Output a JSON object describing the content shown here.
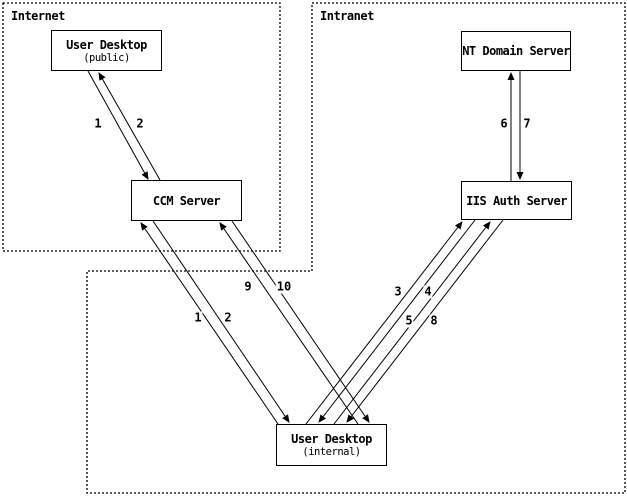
{
  "diagram": {
    "colors": {
      "ink": "#000000",
      "background": "#ffffff"
    },
    "regions": [
      {
        "name": "internet",
        "label": "Internet"
      },
      {
        "name": "intranet",
        "label": "Intranet"
      }
    ],
    "nodes": [
      {
        "name": "user-desktop-public",
        "title": "User Desktop",
        "subtitle": "(public)"
      },
      {
        "name": "ccm-server",
        "title": "CCM Server"
      },
      {
        "name": "nt-domain-server",
        "title": "NT Domain Server"
      },
      {
        "name": "iis-auth-server",
        "title": "IIS Auth Server"
      },
      {
        "name": "user-desktop-internal",
        "title": "User Desktop",
        "subtitle": "(internal)"
      }
    ],
    "arrow_labels": [
      {
        "id": "step-1-public",
        "text": "1"
      },
      {
        "id": "step-2-public",
        "text": "2"
      },
      {
        "id": "step-6",
        "text": "6"
      },
      {
        "id": "step-7",
        "text": "7"
      },
      {
        "id": "step-9",
        "text": "9"
      },
      {
        "id": "step-10",
        "text": "10"
      },
      {
        "id": "step-1-internal",
        "text": "1"
      },
      {
        "id": "step-2-internal",
        "text": "2"
      },
      {
        "id": "step-3",
        "text": "3"
      },
      {
        "id": "step-4",
        "text": "4"
      },
      {
        "id": "step-5",
        "text": "5"
      },
      {
        "id": "step-8",
        "text": "8"
      }
    ]
  }
}
